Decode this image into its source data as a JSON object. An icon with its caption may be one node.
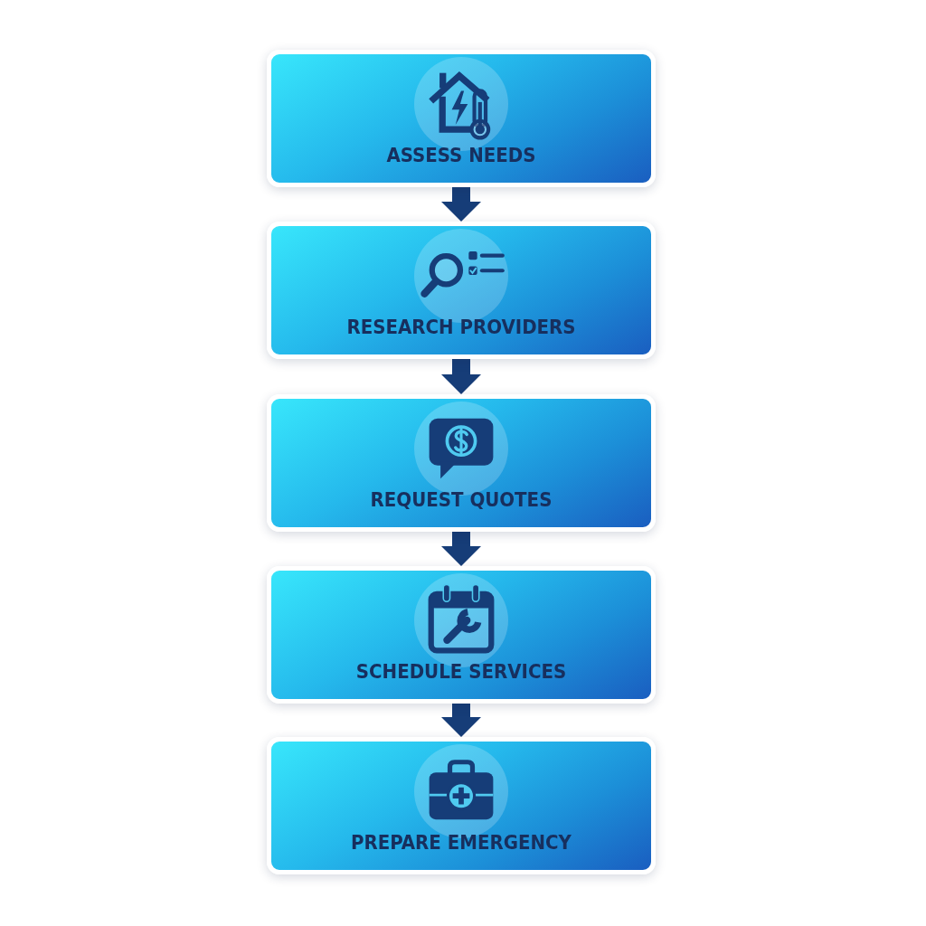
{
  "diagram": {
    "nodes": [
      {
        "text": [
          "ASSESS NEEDS"
        ]
      },
      {
        "text": [
          "RESEARCH PROVIDERS"
        ]
      },
      {
        "text": [
          "REQUEST QUOTES"
        ]
      },
      {
        "text": [
          "SCHEDULE SERVICES"
        ]
      },
      {
        "text": [
          "PREPARE EMERGENCY"
        ]
      }
    ],
    "edges": [
      {
        "from": 0,
        "to": 1,
        "arrow": "to"
      },
      {
        "from": 1,
        "to": 2,
        "arrow": "to"
      },
      {
        "from": 2,
        "to": 3,
        "arrow": "to"
      },
      {
        "from": 3,
        "to": 4,
        "arrow": "to"
      }
    ]
  }
}
